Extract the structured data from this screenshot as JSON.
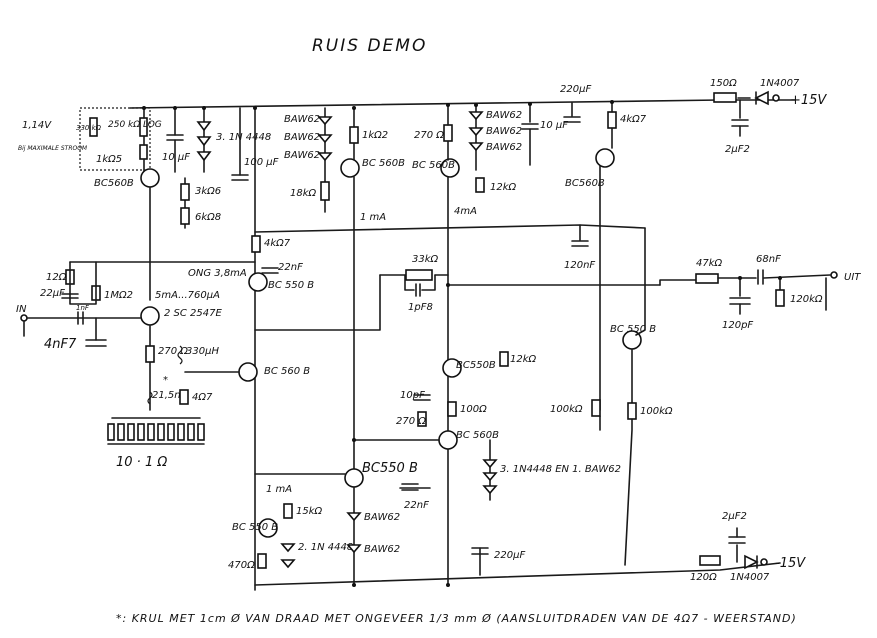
{
  "title": "RUIS DEMO",
  "supply": {
    "pos_voltage": "+15V",
    "neg_voltage": "-15V",
    "r_pos": "150Ω",
    "d_pos": "1N4007",
    "c_pos": "2µF2",
    "r_neg": "120Ω",
    "d_neg": "1N4007",
    "c_neg": "2µF2"
  },
  "labels": {
    "bias_v": "1,14V",
    "max_stroom": "Bij MAXIMALE STROOM",
    "r330k": "330 kΩ",
    "pot": "250 kΩ LOG",
    "r1k5": "1kΩ5",
    "q_bc560b_1": "BC560B",
    "c10u_1": "10 µF",
    "diodes_1n4448": "3. 1N 4448",
    "c100u": "100 µF",
    "r3k6": "3kΩ6",
    "r6k8": "6kΩ8",
    "baw62_1": "BAW62",
    "baw62_2": "BAW62",
    "baw62_3": "BAW62",
    "r18k": "18kΩ",
    "r1k2": "1kΩ2",
    "q_bc560b_2": "BC 560B",
    "cur_1ma_1": "1 mA",
    "r270": "270 Ω",
    "q_bc560b_3": "BC 560B",
    "baw62_4": "BAW62",
    "baw62_5": "BAW62",
    "baw62_6": "BAW62",
    "c10u_2": "10 µF",
    "c220u_top": "220µF",
    "r12k_1": "12kΩ",
    "cur_4ma": "4mA",
    "q_bc560b_4": "BC560B",
    "r4k7_top": "4kΩ7",
    "c120n": "120nF",
    "r4k7_mid": "4kΩ7",
    "c22n_1": "22nF",
    "q_bc550b_1": "BC 550 B",
    "ong": "ONG 3,8mA",
    "cur_5ma": "5mA...760µA",
    "q_2sc2547e": "2 SC 2547E",
    "r12_in": "12Ω",
    "c22u_in": "22µF",
    "r1m2": "1MΩ2",
    "c1n": "1nF",
    "in": "IN",
    "c4n7": "4nF7",
    "r270_2": "270 Ω",
    "l330": "330µH",
    "star": "*",
    "l21n5": "21,5nH",
    "r4_7": "4Ω7",
    "q_bc560b_5": "BC 560 B",
    "ten_res": "10 · 1 Ω",
    "r33k": "33kΩ",
    "c1p8": "1pF8",
    "r47k": "47kΩ",
    "c68n": "68nF",
    "uit": "UIT",
    "c120p": "120pF",
    "r120k": "120kΩ",
    "q_bc550b_2": "BC 550 B",
    "q_bc550b_3": "BC550B",
    "r12k_2": "12kΩ",
    "c10p": "10pF",
    "r270_3": "270 Ω",
    "r100": "100Ω",
    "q_bc560b_6": "BC 560B",
    "r100k_1": "100kΩ",
    "r100k_2": "100kΩ",
    "diodes_mix": "3. 1N4448 EN 1. BAW62",
    "q_bc550b_4": "BC550 B",
    "c22n_2": "22nF",
    "cur_1ma_2": "1 mA",
    "r15k": "15kΩ",
    "q_bc550b_5": "BC 550 B",
    "diodes_2": "2. 1N 4448",
    "r470": "470Ω",
    "baw62_7": "BAW62",
    "baw62_8": "BAW62",
    "c220u_bot": "220µF"
  },
  "footnote": "*: KRUL MET 1cm Ø VAN DRAAD MET ONGEVEER 1/3 mm Ø (AANSLUITDRADEN VAN DE 4Ω7 - WEERSTAND)"
}
